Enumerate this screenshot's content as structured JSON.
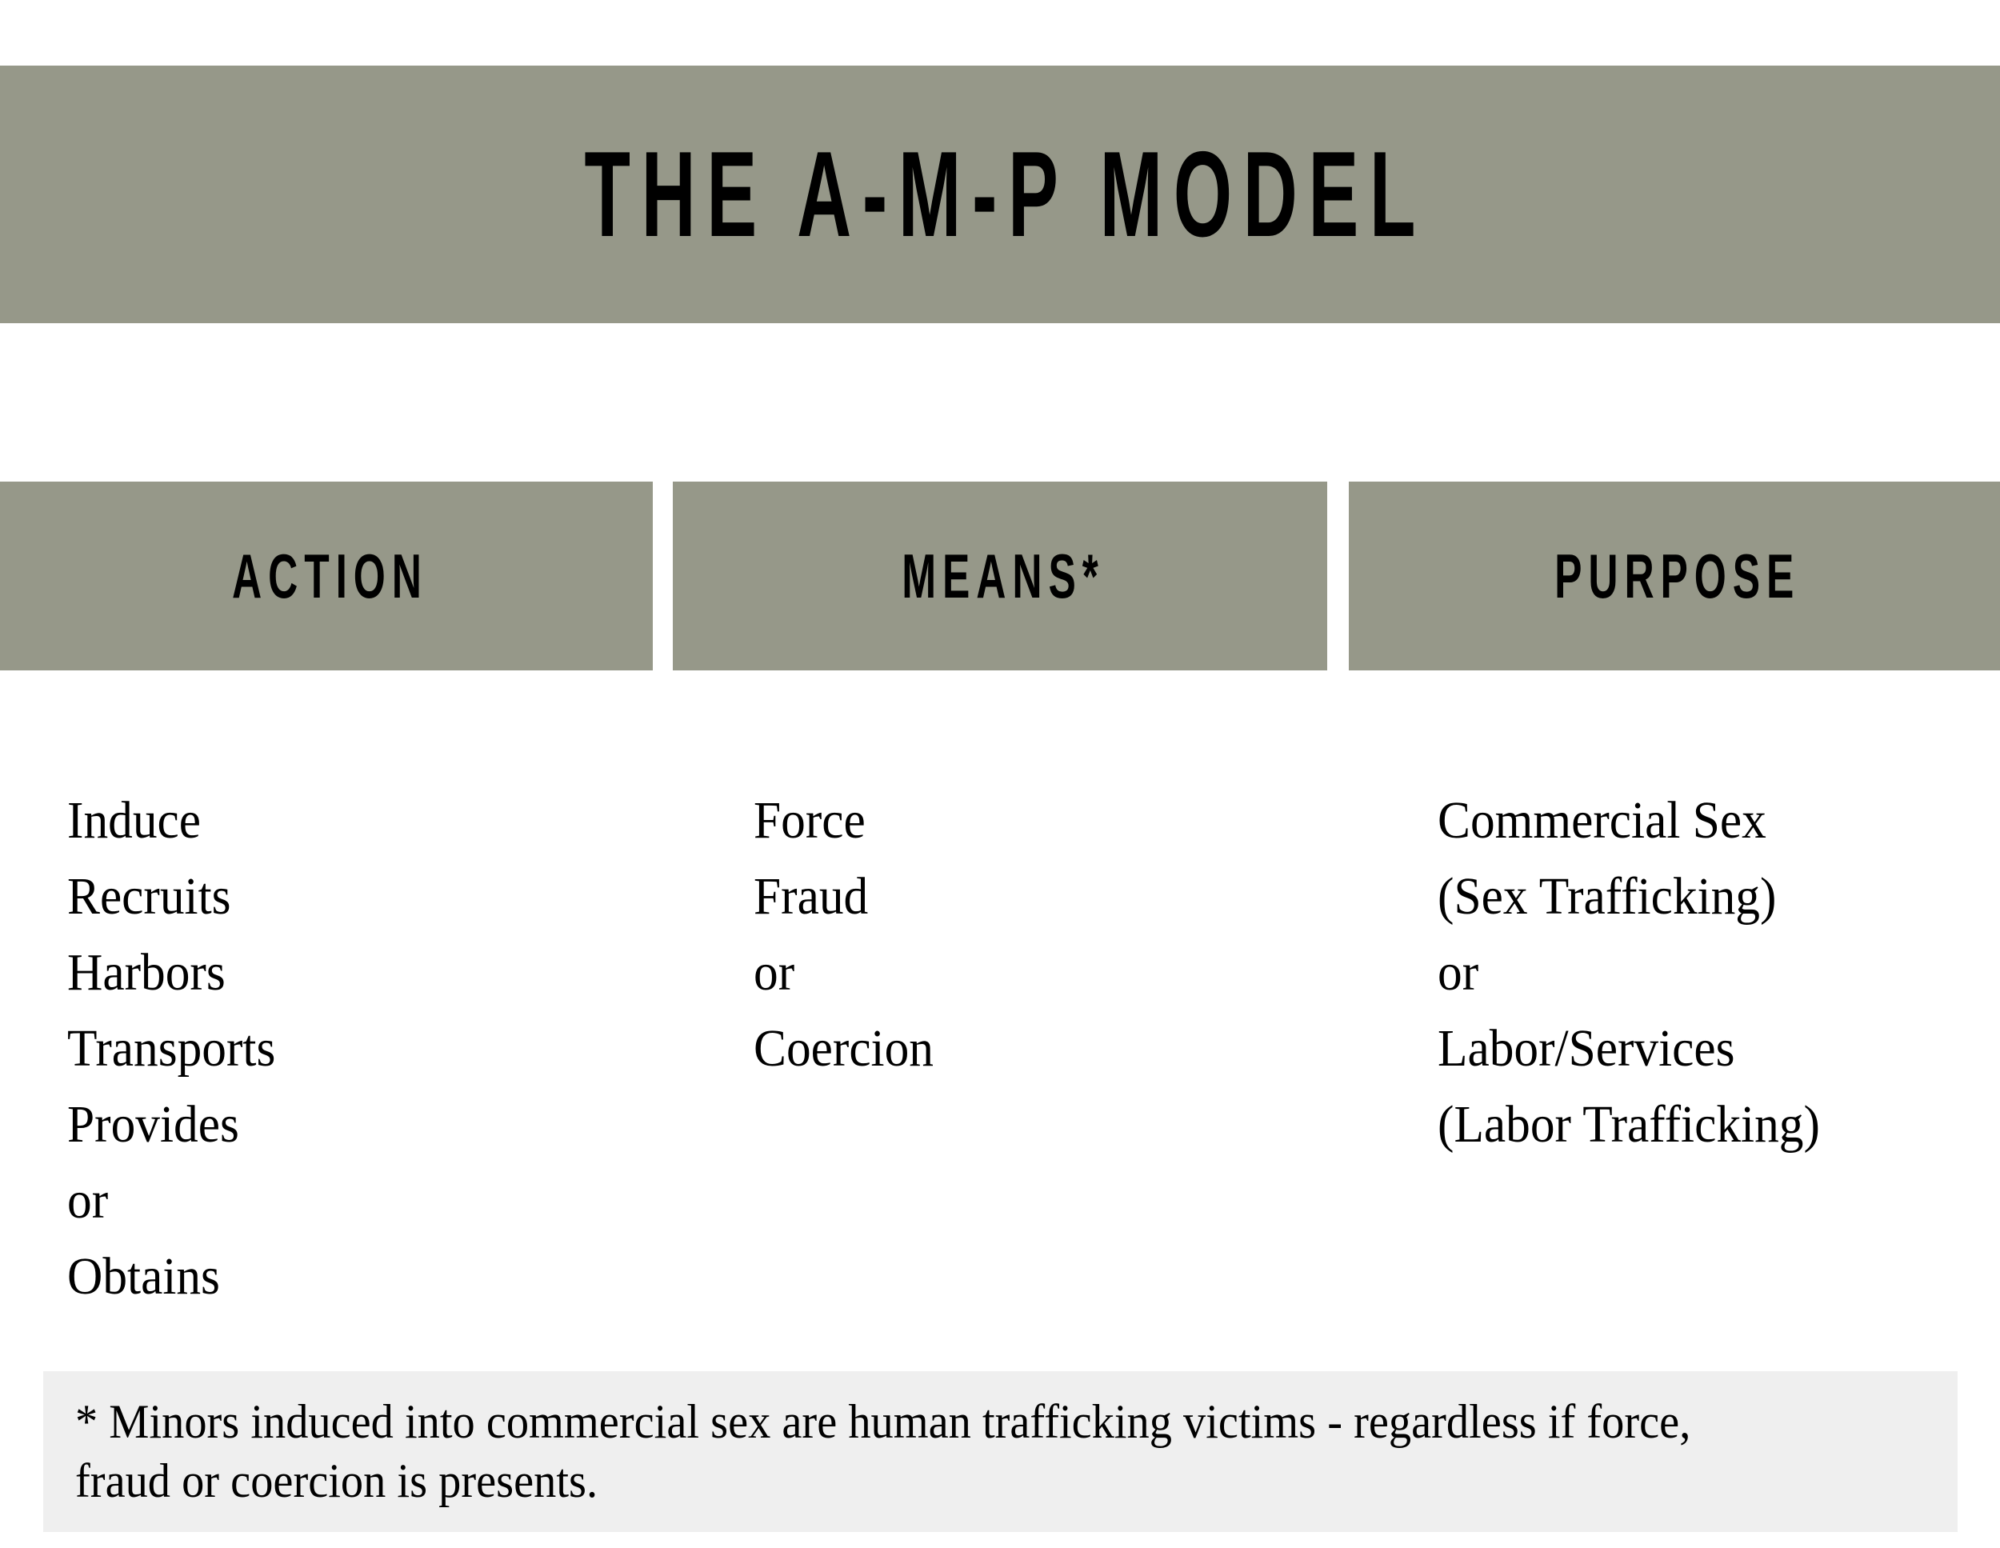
{
  "theme": {
    "banner_color": "#969889",
    "footnote_background": "#efefef",
    "page_background": "#ffffff",
    "text_color": "#000000"
  },
  "title": {
    "text": "THE A-M-P MODEL"
  },
  "columns": [
    {
      "key": "action",
      "header": "ACTION",
      "items": [
        "Induce",
        "Recruits",
        "Harbors",
        "Transports",
        "Provides",
        "or",
        "Obtains"
      ]
    },
    {
      "key": "means",
      "header": "MEANS*",
      "items": [
        "Force",
        "Fraud",
        "or",
        "Coercion"
      ]
    },
    {
      "key": "purpose",
      "header": "PURPOSE",
      "items": [
        "Commercial Sex",
        "(Sex Trafficking)",
        "or",
        "Labor/Services",
        "(Labor Trafficking)"
      ]
    }
  ],
  "footnote": {
    "line1": "* Minors induced into commercial sex are human trafficking victims - regardless if force,",
    "line2": "fraud or coercion is presents."
  }
}
